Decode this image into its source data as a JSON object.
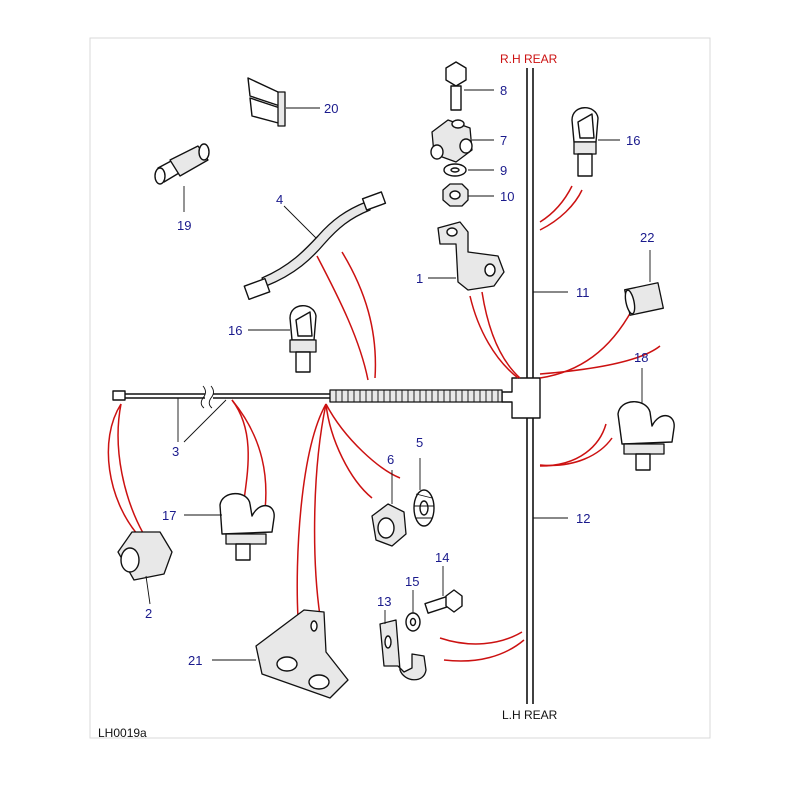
{
  "labels": {
    "rh_rear": "R.H REAR",
    "lh_rear": "L.H REAR",
    "reference": "LH0019a"
  },
  "callouts": [
    "1",
    "2",
    "3",
    "4",
    "5",
    "6",
    "7",
    "8",
    "9",
    "10",
    "11",
    "12",
    "13",
    "14",
    "15",
    "16",
    "16",
    "17",
    "18",
    "19",
    "20",
    "21",
    "22"
  ],
  "colors": {
    "callout": "#1a1a8c",
    "pipe_route": "#cc1111",
    "rh_label": "#cc1111",
    "line": "#111111"
  }
}
